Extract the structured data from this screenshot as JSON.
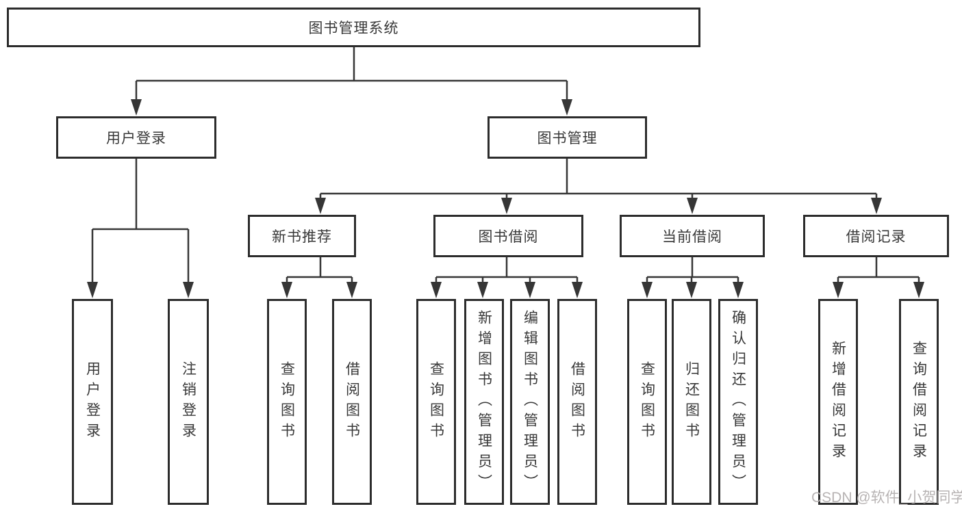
{
  "diagram": {
    "root": {
      "label": "图书管理系统"
    },
    "level2": [
      {
        "label": "用户登录"
      },
      {
        "label": "图书管理"
      }
    ],
    "level3": [
      {
        "label": "新书推荐"
      },
      {
        "label": "图书借阅"
      },
      {
        "label": "当前借阅"
      },
      {
        "label": "借阅记录"
      }
    ],
    "leaves": [
      {
        "label": "用户登录"
      },
      {
        "label": "注销登录"
      },
      {
        "label": "查询图书"
      },
      {
        "label": "借阅图书"
      },
      {
        "label": "查询图书"
      },
      {
        "label": "新增图书（管理员）"
      },
      {
        "label": "编辑图书（管理员）"
      },
      {
        "label": "借阅图书"
      },
      {
        "label": "查询图书"
      },
      {
        "label": "归还图书"
      },
      {
        "label": "确认归还（管理员）"
      },
      {
        "label": "新增借阅记录"
      },
      {
        "label": "查询借阅记录"
      }
    ]
  },
  "watermark": {
    "text": "CSDN @软件_小贺同学"
  },
  "colors": {
    "line": "#363636",
    "border": "#2c2c2c",
    "text": "#383838",
    "watermark": "#b7b3b3",
    "background": "#ffffff"
  }
}
